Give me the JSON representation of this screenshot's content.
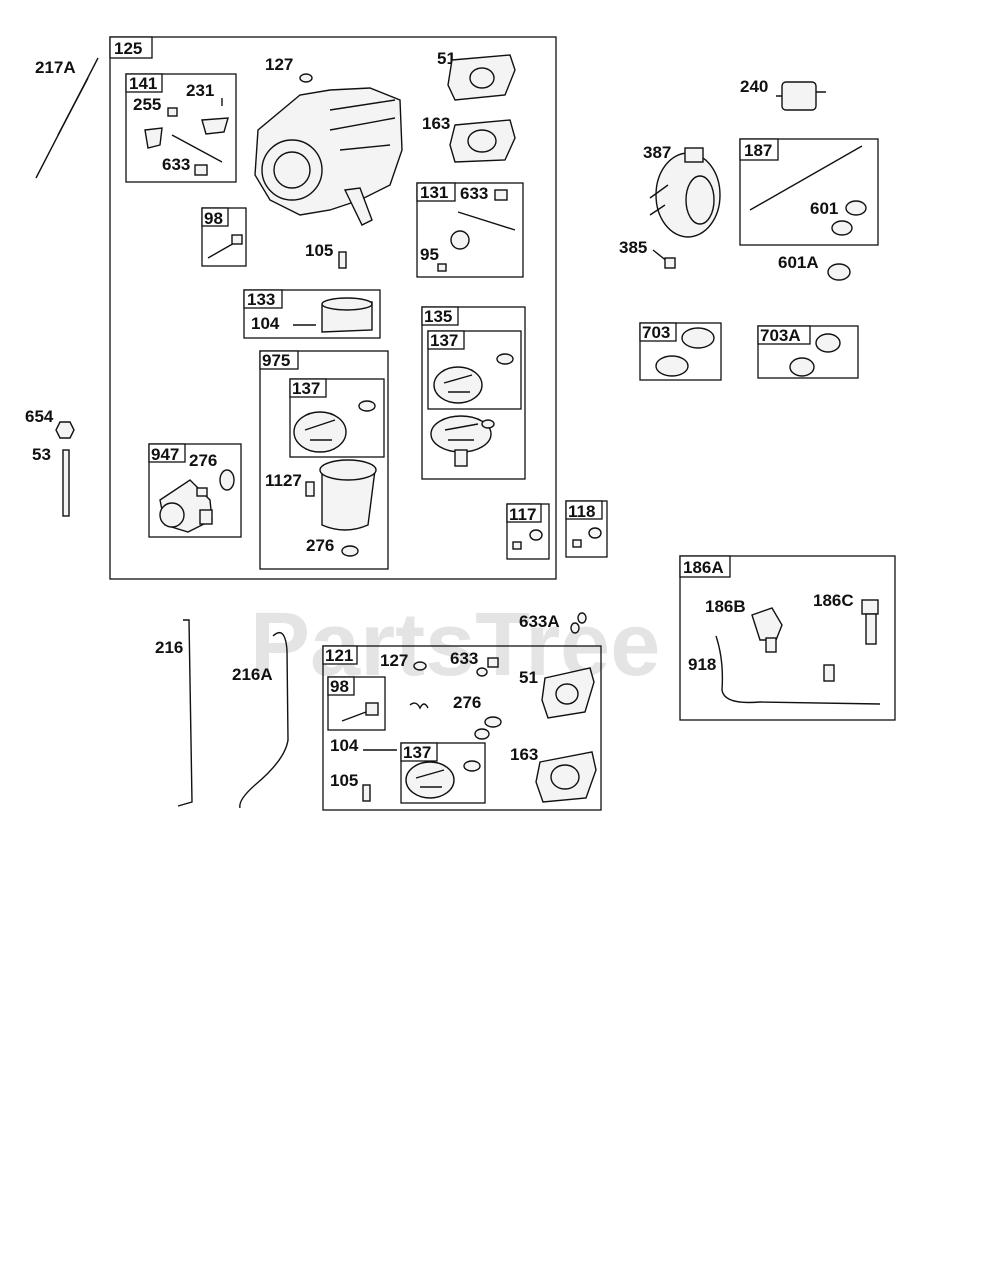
{
  "watermark": "PartsTree",
  "labels": {
    "p217A": "217A",
    "p125": "125",
    "p127a": "127",
    "p51a": "51",
    "p163a": "163",
    "p141": "141",
    "p231": "231",
    "p255": "255",
    "p633a": "633",
    "p131": "131",
    "p633b": "633",
    "p95": "95",
    "p98a": "98",
    "p105a": "105",
    "p133": "133",
    "p104a": "104",
    "p135": "135",
    "p137a": "137",
    "p975": "975",
    "p137b": "137",
    "p1127": "1127",
    "p276a": "276",
    "p947": "947",
    "p276b": "276",
    "p117": "117",
    "p118": "118",
    "p654": "654",
    "p53": "53",
    "p240": "240",
    "p387": "387",
    "p187": "187",
    "p601": "601",
    "p385": "385",
    "p601A": "601A",
    "p703": "703",
    "p703A": "703A",
    "p186A": "186A",
    "p186B": "186B",
    "p186C": "186C",
    "p918": "918",
    "p216": "216",
    "p216A": "216A",
    "p633A": "633A",
    "p121": "121",
    "p127b": "127",
    "p633c": "633",
    "p51b": "51",
    "p98b": "98",
    "p276c": "276",
    "p104b": "104",
    "p137c": "137",
    "p163b": "163",
    "p105b": "105"
  }
}
